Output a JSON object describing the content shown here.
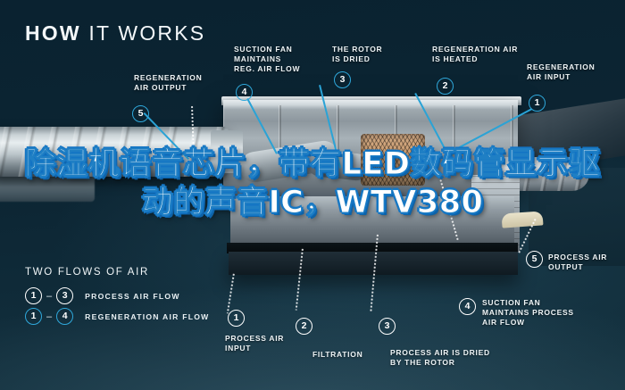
{
  "header": {
    "bold": "HOW",
    "thin": "IT WORKS"
  },
  "overlay": {
    "headline": "除湿机语音芯片，带有LED数码管显示驱动的声音IC，WTV380"
  },
  "legend": {
    "title": "TWO FLOWS OF AIR",
    "rows": [
      {
        "from": "1",
        "dash": "–",
        "to": "3",
        "label": "PROCESS AIR FLOW",
        "style": "white"
      },
      {
        "from": "1",
        "dash": "–",
        "to": "4",
        "label": "REGENERATION AIR FLOW",
        "style": "blue"
      }
    ]
  },
  "callouts": {
    "regeneration_air_output": {
      "number": "5",
      "text": "REGENERATION\nAIR OUTPUT",
      "style": "blue"
    },
    "suction_fan_reg": {
      "number": "4",
      "text": "SUCTION FAN\nMAINTAINS\nREG. AIR FLOW",
      "style": "blue"
    },
    "rotor_dried": {
      "number": "3",
      "text": "THE ROTOR\nIS DRIED",
      "style": "blue"
    },
    "regeneration_air_heated": {
      "number": "2",
      "text": "REGENERATION AIR\nIS HEATED",
      "style": "blue"
    },
    "regeneration_air_input": {
      "number": "1",
      "text": "REGENERATION\nAIR INPUT",
      "style": "blue"
    },
    "process_air_output": {
      "number": "5",
      "text": "PROCESS AIR\nOUTPUT",
      "style": "white"
    },
    "process_air_input": {
      "number": "1",
      "text": "PROCESS AIR\nINPUT",
      "style": "white"
    },
    "filtration": {
      "number": "2",
      "text": "FILTRATION",
      "style": "white"
    },
    "process_air_dried": {
      "number": "3",
      "text": "PROCESS AIR IS DRIED\nBY THE ROTOR",
      "style": "white"
    },
    "suction_fan_process": {
      "number": "4",
      "text": "SUCTION FAN\nMAINTAINS PROCESS\nAIR FLOW",
      "style": "white"
    }
  },
  "colors": {
    "background": "#0d2531",
    "accent_blue": "#2fa8db",
    "text_white": "#eef4f6",
    "overlay_outline": "#1374c4"
  }
}
